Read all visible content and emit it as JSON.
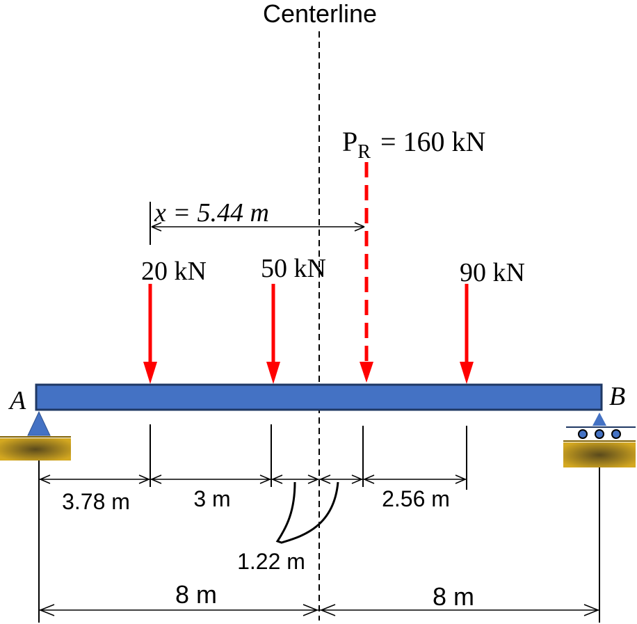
{
  "centerline_label": "Centerline",
  "resultant": {
    "symbol": "P",
    "subscript": "R",
    "value_text": "= 160 kN",
    "value_kN": 160
  },
  "x_label": "x = 5.44 m",
  "x_value_m": 5.44,
  "loads": [
    {
      "label": "20 kN",
      "value_kN": 20
    },
    {
      "label": "50 kN",
      "value_kN": 50
    },
    {
      "label": "90 kN",
      "value_kN": 90
    }
  ],
  "supports": {
    "left": "A",
    "right": "B"
  },
  "dimensions": {
    "d1": "3.78 m",
    "d2": "3 m",
    "d3": "1.22 m",
    "d4": "2.56 m",
    "half_left": "8 m",
    "half_right": "8 m"
  },
  "colors": {
    "beam": "#4472C4",
    "beam_border": "#1F3864",
    "load": "#FF0000",
    "support": "#4472C4",
    "ground": "#C9A227"
  }
}
